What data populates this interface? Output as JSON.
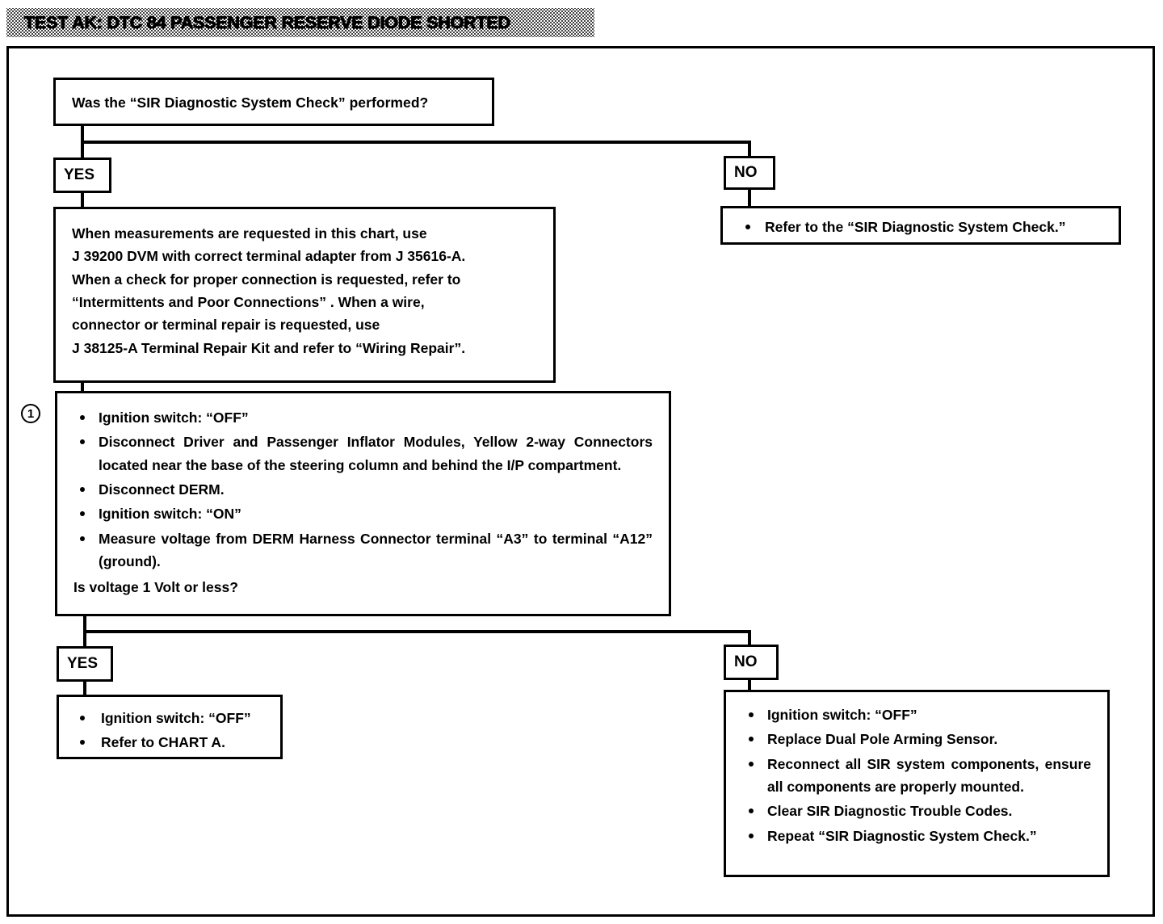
{
  "title": "TEST AK:  DTC 84 PASSENGER RESERVE DIODE SHORTED",
  "question": {
    "text": "Was the “SIR Diagnostic System Check” performed?"
  },
  "branches": {
    "yes_label_1": "YES",
    "no_label_1": "NO",
    "yes_label_2": "YES",
    "no_label_2": "NO"
  },
  "note_box": {
    "line1": "When measurements are requested in this chart, use",
    "line2": "J 39200 DVM with correct terminal adapter from J 35616-A.",
    "line3": "When a check for proper connection is requested, refer to",
    "line4": "“Intermittents and Poor Connections” . When a  wire,",
    "line5": "connector or terminal repair is requested, use",
    "line6": "J 38125-A Terminal Repair Kit and refer to “Wiring Repair”."
  },
  "refer_box": {
    "item1": "Refer to the “SIR Diagnostic System Check.”"
  },
  "step": {
    "marker": "1",
    "item1": "Ignition switch:  “OFF”",
    "item2": "Disconnect Driver and Passenger Inflator Modules, Yellow 2-way Connectors located near the base of the steering column and behind the I/P compartment.",
    "item3": "Disconnect DERM.",
    "item4": "Ignition switch:  “ON”",
    "item5": "Measure voltage from DERM Harness Connector terminal “A3” to terminal “A12” (ground).",
    "question": "Is voltage 1 Volt or less?"
  },
  "yes_result": {
    "item1": "Ignition switch:  “OFF”",
    "item2": "Refer to CHART A."
  },
  "no_result": {
    "item1": "Ignition switch:  “OFF”",
    "item2": "Replace Dual Pole Arming Sensor.",
    "item3": "Reconnect all SIR system components, ensure all components are properly mounted.",
    "item4": "Clear SIR Diagnostic Trouble Codes.",
    "item5": "Repeat “SIR Diagnostic System Check.”"
  },
  "colors": {
    "ink": "#000000",
    "paper": "#ffffff"
  }
}
